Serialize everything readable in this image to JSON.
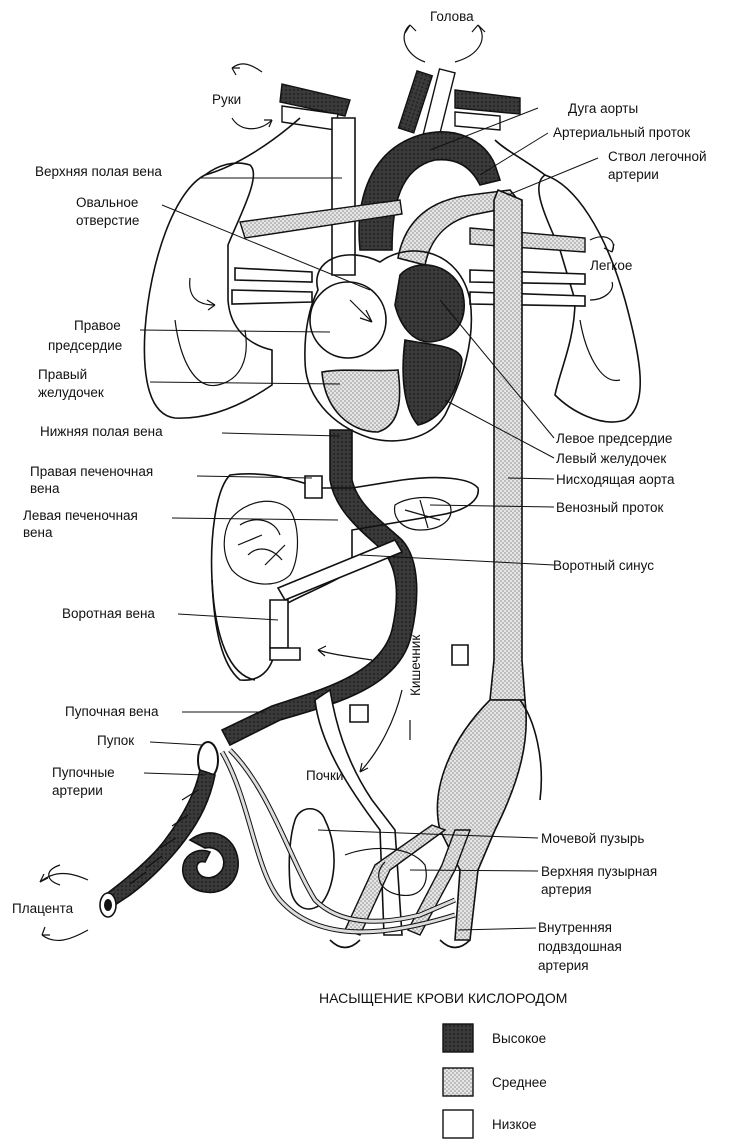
{
  "colors": {
    "high": "#3a3a3a",
    "medium": "#cfcfcf",
    "low": "#ffffff",
    "ink": "#111111"
  },
  "labels": {
    "head": "Голова",
    "arms": "Руки",
    "aortic_arch": "Дуга аорты",
    "ductus_arteriosus": "Артериальный проток",
    "pulmonary_trunk_1": "Ствол легочной",
    "pulmonary_trunk_2": "артерии",
    "svc": "Верхняя полая вена",
    "foramen_ovale_1": "Овальное",
    "foramen_ovale_2": "отверстие",
    "lung": "Легкое",
    "right_atrium_1": "Правое",
    "right_atrium_2": "предсердие",
    "right_ventricle_1": "Правый",
    "right_ventricle_2": "желудочек",
    "ivc": "Нижняя полая вена",
    "left_atrium": "Левое предсердие",
    "left_ventricle": "Левый желудочек",
    "right_hepatic_1": "Правая печеночная",
    "right_hepatic_2": "вена",
    "descending_aorta": "Нисходящая аорта",
    "left_hepatic_1": "Левая печеночная",
    "left_hepatic_2": "вена",
    "ductus_venosus": "Венозный проток",
    "portal_sinus": "Воротный синус",
    "portal_vein": "Воротная вена",
    "intestine": "Кишечник",
    "umbilical_vein": "Пупочная вена",
    "navel": "Пупок",
    "umbilical_arteries_1": "Пупочные",
    "umbilical_arteries_2": "артерии",
    "kidneys": "Почки",
    "bladder": "Мочевой пузырь",
    "sup_vesical_1": "Верхняя пузырная",
    "sup_vesical_2": "артерия",
    "placenta": "Плацента",
    "int_iliac_1": "Внутренняя",
    "int_iliac_2": "подвздошная",
    "int_iliac_3": "артерия"
  },
  "legend": {
    "title": "НАСЫЩЕНИЕ КРОВИ КИСЛОРОДОМ",
    "items": [
      {
        "label": "Высокое",
        "level": "high"
      },
      {
        "label": "Среднее",
        "level": "medium"
      },
      {
        "label": "Низкое",
        "level": "low"
      }
    ]
  }
}
